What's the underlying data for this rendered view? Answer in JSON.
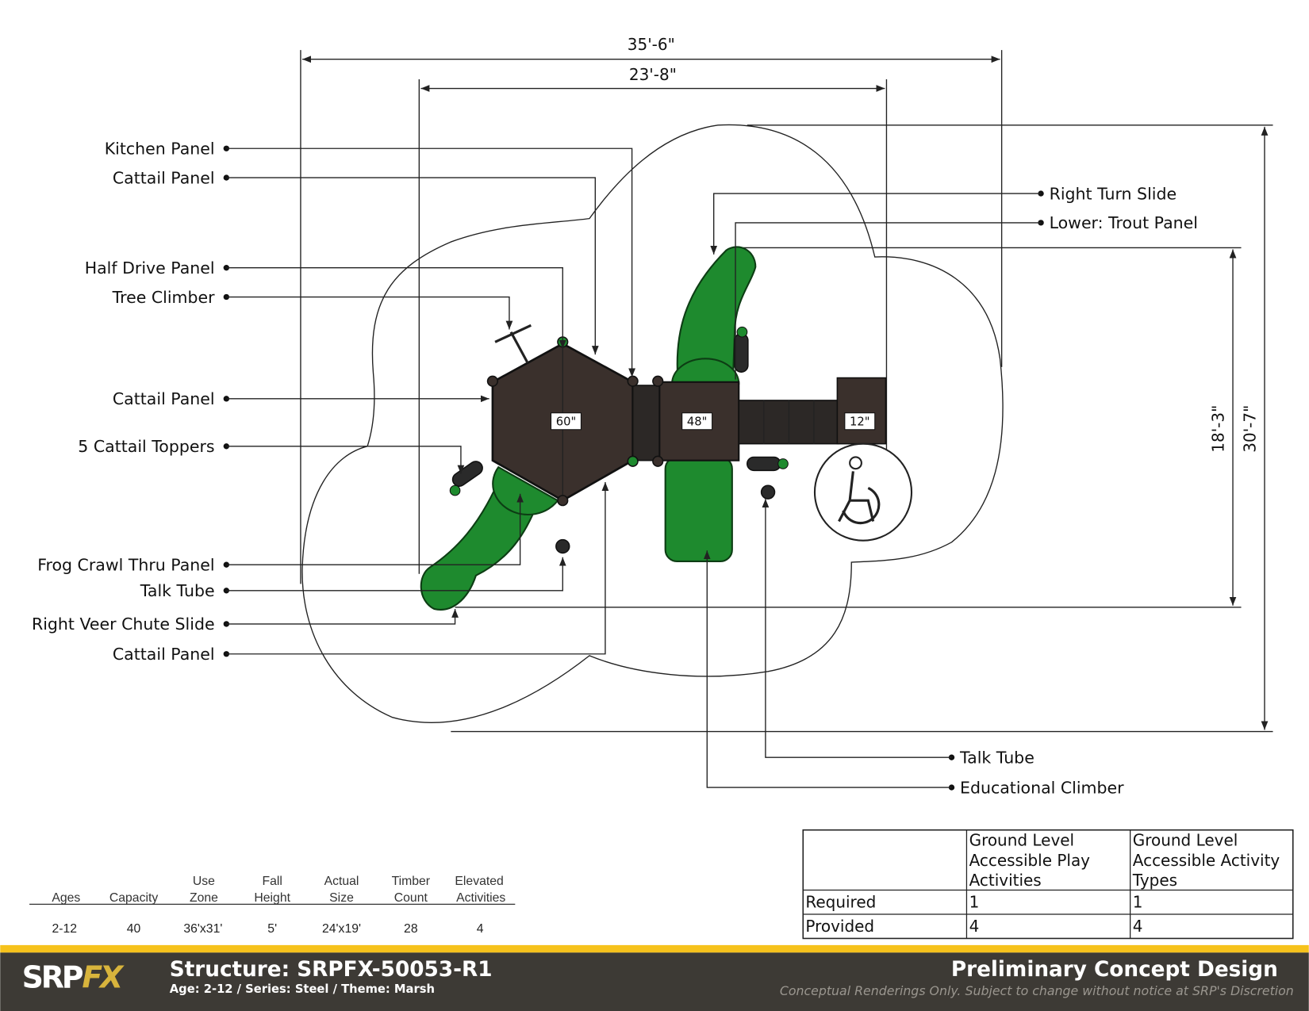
{
  "dimensions": {
    "overall_width": "35'-6\"",
    "structure_width": "23'-8\"",
    "overall_depth": "30'-7\"",
    "structure_depth": "18'-3\""
  },
  "left_callouts": [
    "Kitchen Panel",
    "Cattail Panel",
    "Half Drive Panel",
    "Tree Climber",
    "Cattail Panel",
    "5 Cattail Toppers",
    "Frog Crawl Thru Panel",
    "Talk Tube",
    "Right Veer Chute Slide",
    "Cattail Panel"
  ],
  "right_callouts": [
    "Right Turn Slide",
    "Lower: Trout Panel"
  ],
  "bottom_callouts": [
    "Talk Tube",
    "Educational Climber"
  ],
  "deck_heights": [
    "60\"",
    "48\"",
    "12\""
  ],
  "stats": {
    "headers": [
      [
        "",
        "Ages"
      ],
      [
        "",
        "Capacity"
      ],
      [
        "Use",
        "Zone"
      ],
      [
        "Fall",
        "Height"
      ],
      [
        "Actual",
        "Size"
      ],
      [
        "Timber",
        "Count"
      ],
      [
        "Elevated",
        "Activities"
      ]
    ],
    "values": [
      "2-12",
      "40",
      "36'x31'",
      "5'",
      "24'x19'",
      "28",
      "4"
    ]
  },
  "accessibility_table": {
    "columns": [
      [
        "Ground Level",
        "Accessible Play",
        "Activities"
      ],
      [
        "Ground Level",
        "Accessible Activity",
        "Types"
      ]
    ],
    "rows": [
      {
        "label": "Required",
        "values": [
          "1",
          "1"
        ]
      },
      {
        "label": "Provided",
        "values": [
          "4",
          "4"
        ]
      }
    ]
  },
  "footer": {
    "logo": "SRPFX",
    "structure": "Structure: SRPFX-50053-R1",
    "details": "Age: 2-12  / Series: Steel / Theme: Marsh",
    "title": "Preliminary Concept Design",
    "disclaimer": "Conceptual Renderings Only. Subject to change without notice at SRP's Discretion"
  },
  "colors": {
    "accent_yellow": "#f6c21c",
    "footer_bg": "#3d3a35",
    "play_green": "#1e8a2e",
    "deck_brown": "#3a302c"
  }
}
